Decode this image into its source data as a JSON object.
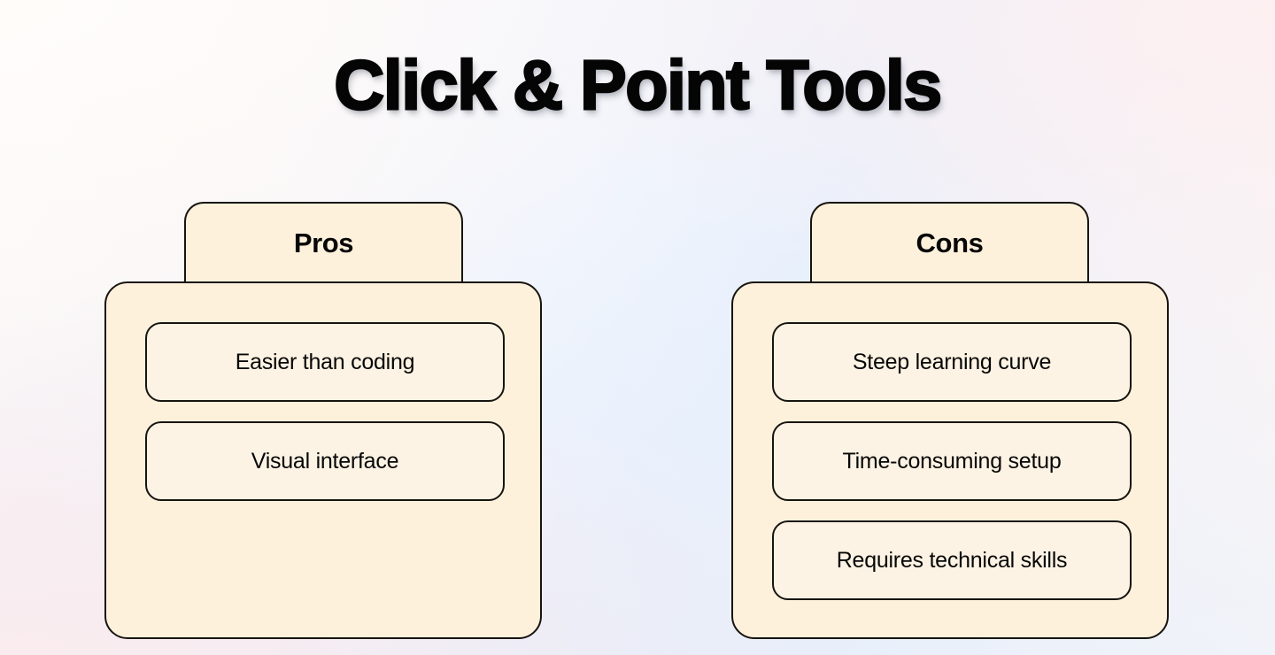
{
  "page": {
    "title": "Click & Point Tools",
    "background": {
      "base": "#eef3fc",
      "warm_tint": "#fdf4f4",
      "pink_tint": "#faf0f0",
      "blue_tint": "#e8f0fc"
    }
  },
  "theme": {
    "card_fill": "#fdf1dc",
    "item_fill": "#fdf3e4",
    "border": "#17140f",
    "text": "#070707"
  },
  "columns": [
    {
      "id": "pros",
      "header": "Pros",
      "items": [
        {
          "label": "Easier than coding"
        },
        {
          "label": "Visual interface"
        }
      ]
    },
    {
      "id": "cons",
      "header": "Cons",
      "items": [
        {
          "label": "Steep learning curve"
        },
        {
          "label": "Time-consuming setup"
        },
        {
          "label": "Requires technical skills"
        }
      ]
    }
  ]
}
